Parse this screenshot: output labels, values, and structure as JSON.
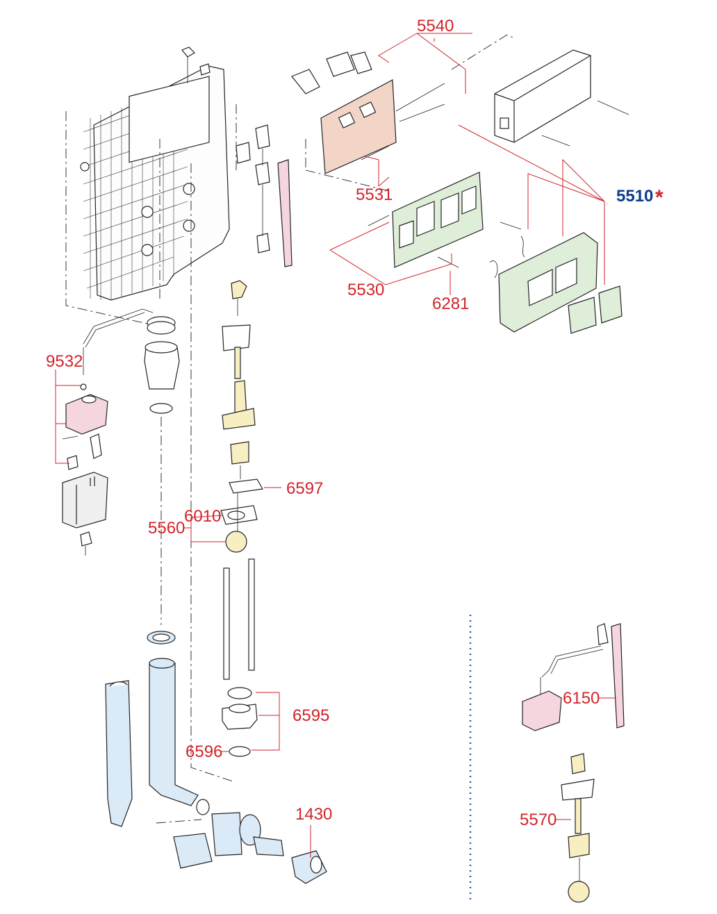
{
  "labels": {
    "p5540": "5540",
    "p5510": "5510",
    "p5510_mark": "*",
    "p5531": "5531",
    "p5530": "5530",
    "p6281": "6281",
    "p9532": "9532",
    "p6597": "6597",
    "p6010": "6010",
    "p5560": "5560",
    "p6595": "6595",
    "p6596": "6596",
    "p1430": "1430",
    "p6150": "6150",
    "p5570": "5570"
  },
  "colors": {
    "label_red": "#d2232a",
    "label_blue": "#0a3d8f",
    "plate_peach": "#f3d5c8",
    "panel_green": "#dfeed8",
    "float_pink": "#f6d6de",
    "ball_yellow": "#f7efc2",
    "pipe_blue": "#dbeaf7",
    "separator_blue": "#1f5fb0"
  }
}
